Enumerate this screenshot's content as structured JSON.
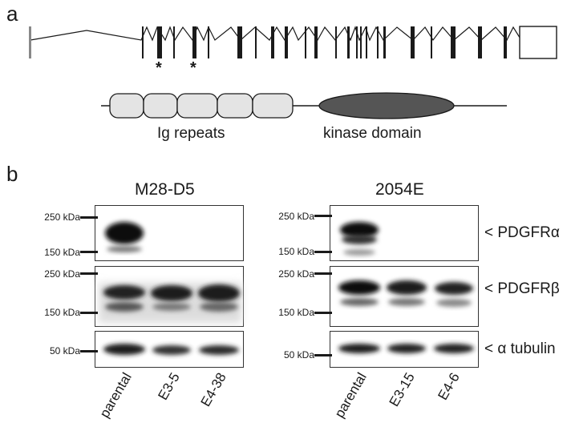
{
  "panel_a": {
    "label": "a",
    "asterisk": "*",
    "domains": {
      "ig_label": "Ig repeats",
      "kinase_label": "kinase domain"
    }
  },
  "panel_b": {
    "label": "b",
    "blots": [
      {
        "title": "M28-D5",
        "lanes": [
          "parental",
          "E3-5",
          "E4-38"
        ],
        "rows": [
          {
            "markers": [
              "250 kDa",
              "150 kDa"
            ]
          },
          {
            "markers": [
              "250 kDa",
              "150 kDa"
            ]
          },
          {
            "markers": [
              "50 kDa"
            ]
          }
        ]
      },
      {
        "title": "2054E",
        "lanes": [
          "parental",
          "E3-15",
          "E4-6"
        ],
        "rows": [
          {
            "markers": [
              "250 kDa",
              "150 kDa"
            ]
          },
          {
            "markers": [
              "250 kDa",
              "150 kDa"
            ]
          },
          {
            "markers": [
              "50 kDa"
            ]
          }
        ]
      }
    ],
    "proteins": [
      "< PDGFRα",
      "< PDGFRβ",
      "< α tubulin"
    ]
  }
}
